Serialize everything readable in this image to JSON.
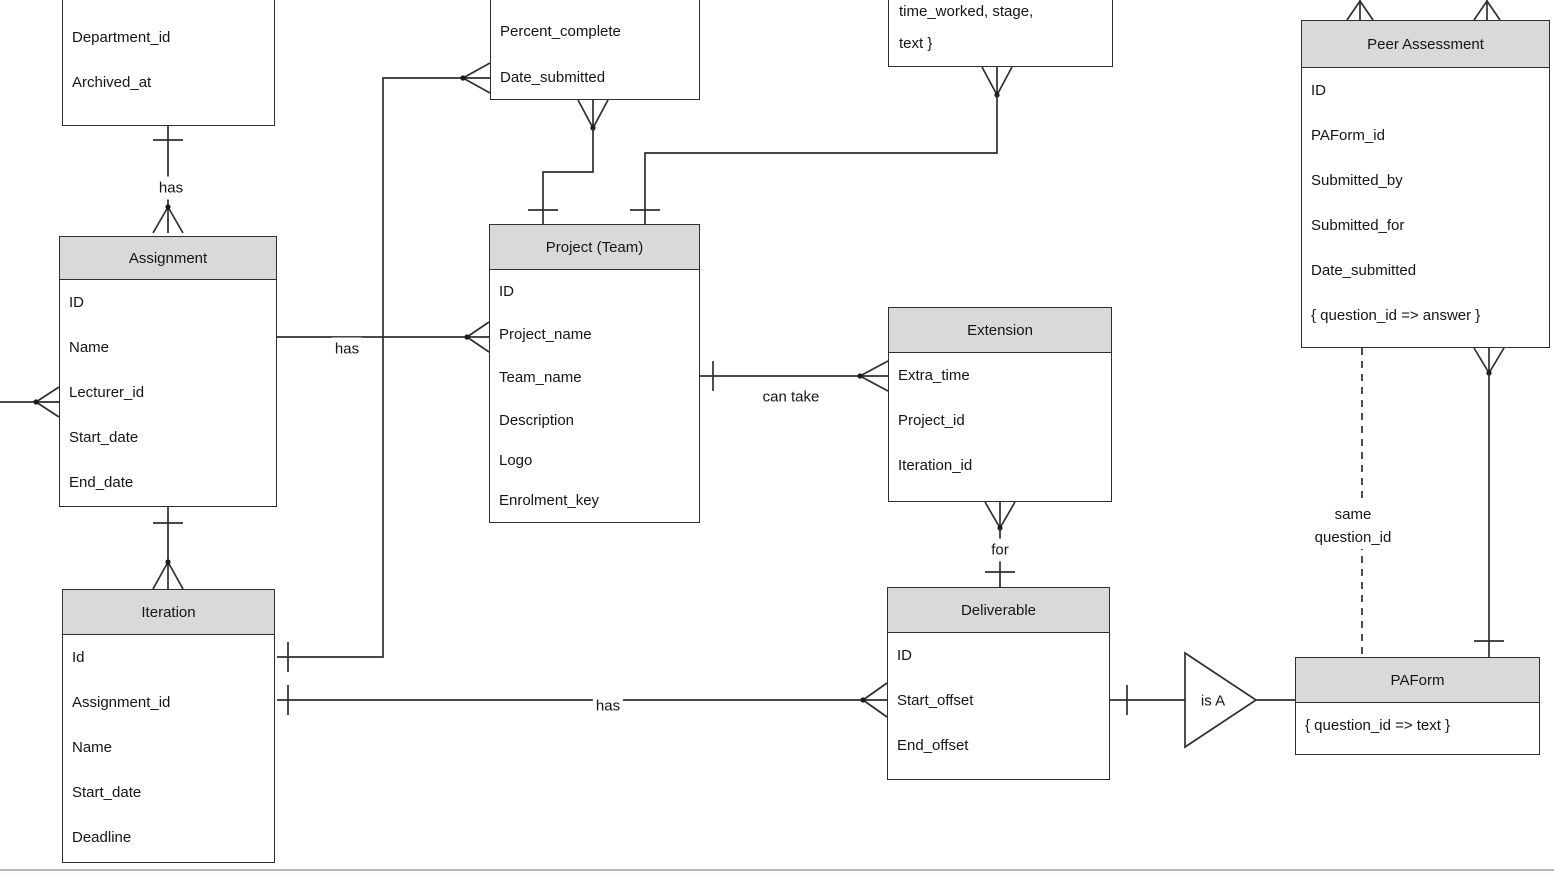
{
  "diagram": {
    "kind": "entity-relationship-diagram"
  },
  "entities": {
    "department_partial": {
      "title": "",
      "fields": [
        "Department_id",
        "Archived_at"
      ]
    },
    "submission_partial": {
      "title": "",
      "fields": [
        "Percent_complete",
        "Date_submitted"
      ]
    },
    "worklog_partial": {
      "title": "",
      "fields": [
        "time_worked, stage,",
        "text }"
      ]
    },
    "assignment": {
      "title": "Assignment",
      "fields": [
        "ID",
        "Name",
        "Lecturer_id",
        "Start_date",
        "End_date"
      ]
    },
    "iteration": {
      "title": "Iteration",
      "fields": [
        "Id",
        "Assignment_id",
        "Name",
        "Start_date",
        "Deadline"
      ]
    },
    "project": {
      "title": "Project (Team)",
      "fields": [
        "ID",
        "Project_name",
        "Team_name",
        "Description",
        "Logo",
        "Enrolment_key"
      ]
    },
    "extension": {
      "title": "Extension",
      "fields": [
        "Extra_time",
        "Project_id",
        "Iteration_id"
      ]
    },
    "deliverable": {
      "title": "Deliverable",
      "fields": [
        "ID",
        "Start_offset",
        "End_offset"
      ]
    },
    "peer_assessment": {
      "title": "Peer Assessment",
      "fields": [
        "ID",
        "PAForm_id",
        "Submitted_by",
        "Submitted_for",
        "Date_submitted",
        "{ question_id => answer }"
      ]
    },
    "paform": {
      "title": "PAForm",
      "fields": [
        "{ question_id => text }"
      ]
    }
  },
  "relationships": {
    "dept_assignment": "has",
    "assignment_project": "has",
    "iteration_deliverable": "has",
    "project_extension": "can take",
    "extension_deliverable": "for",
    "deliverable_paform": "is A",
    "pa_paform_line1": "same",
    "pa_paform_line2": "question_id"
  },
  "colors": {
    "entity_header_fill": "#d9d9d9",
    "entity_border": "#2f2f2f",
    "connector_line": "#2f2f2f",
    "text": "#151515"
  }
}
